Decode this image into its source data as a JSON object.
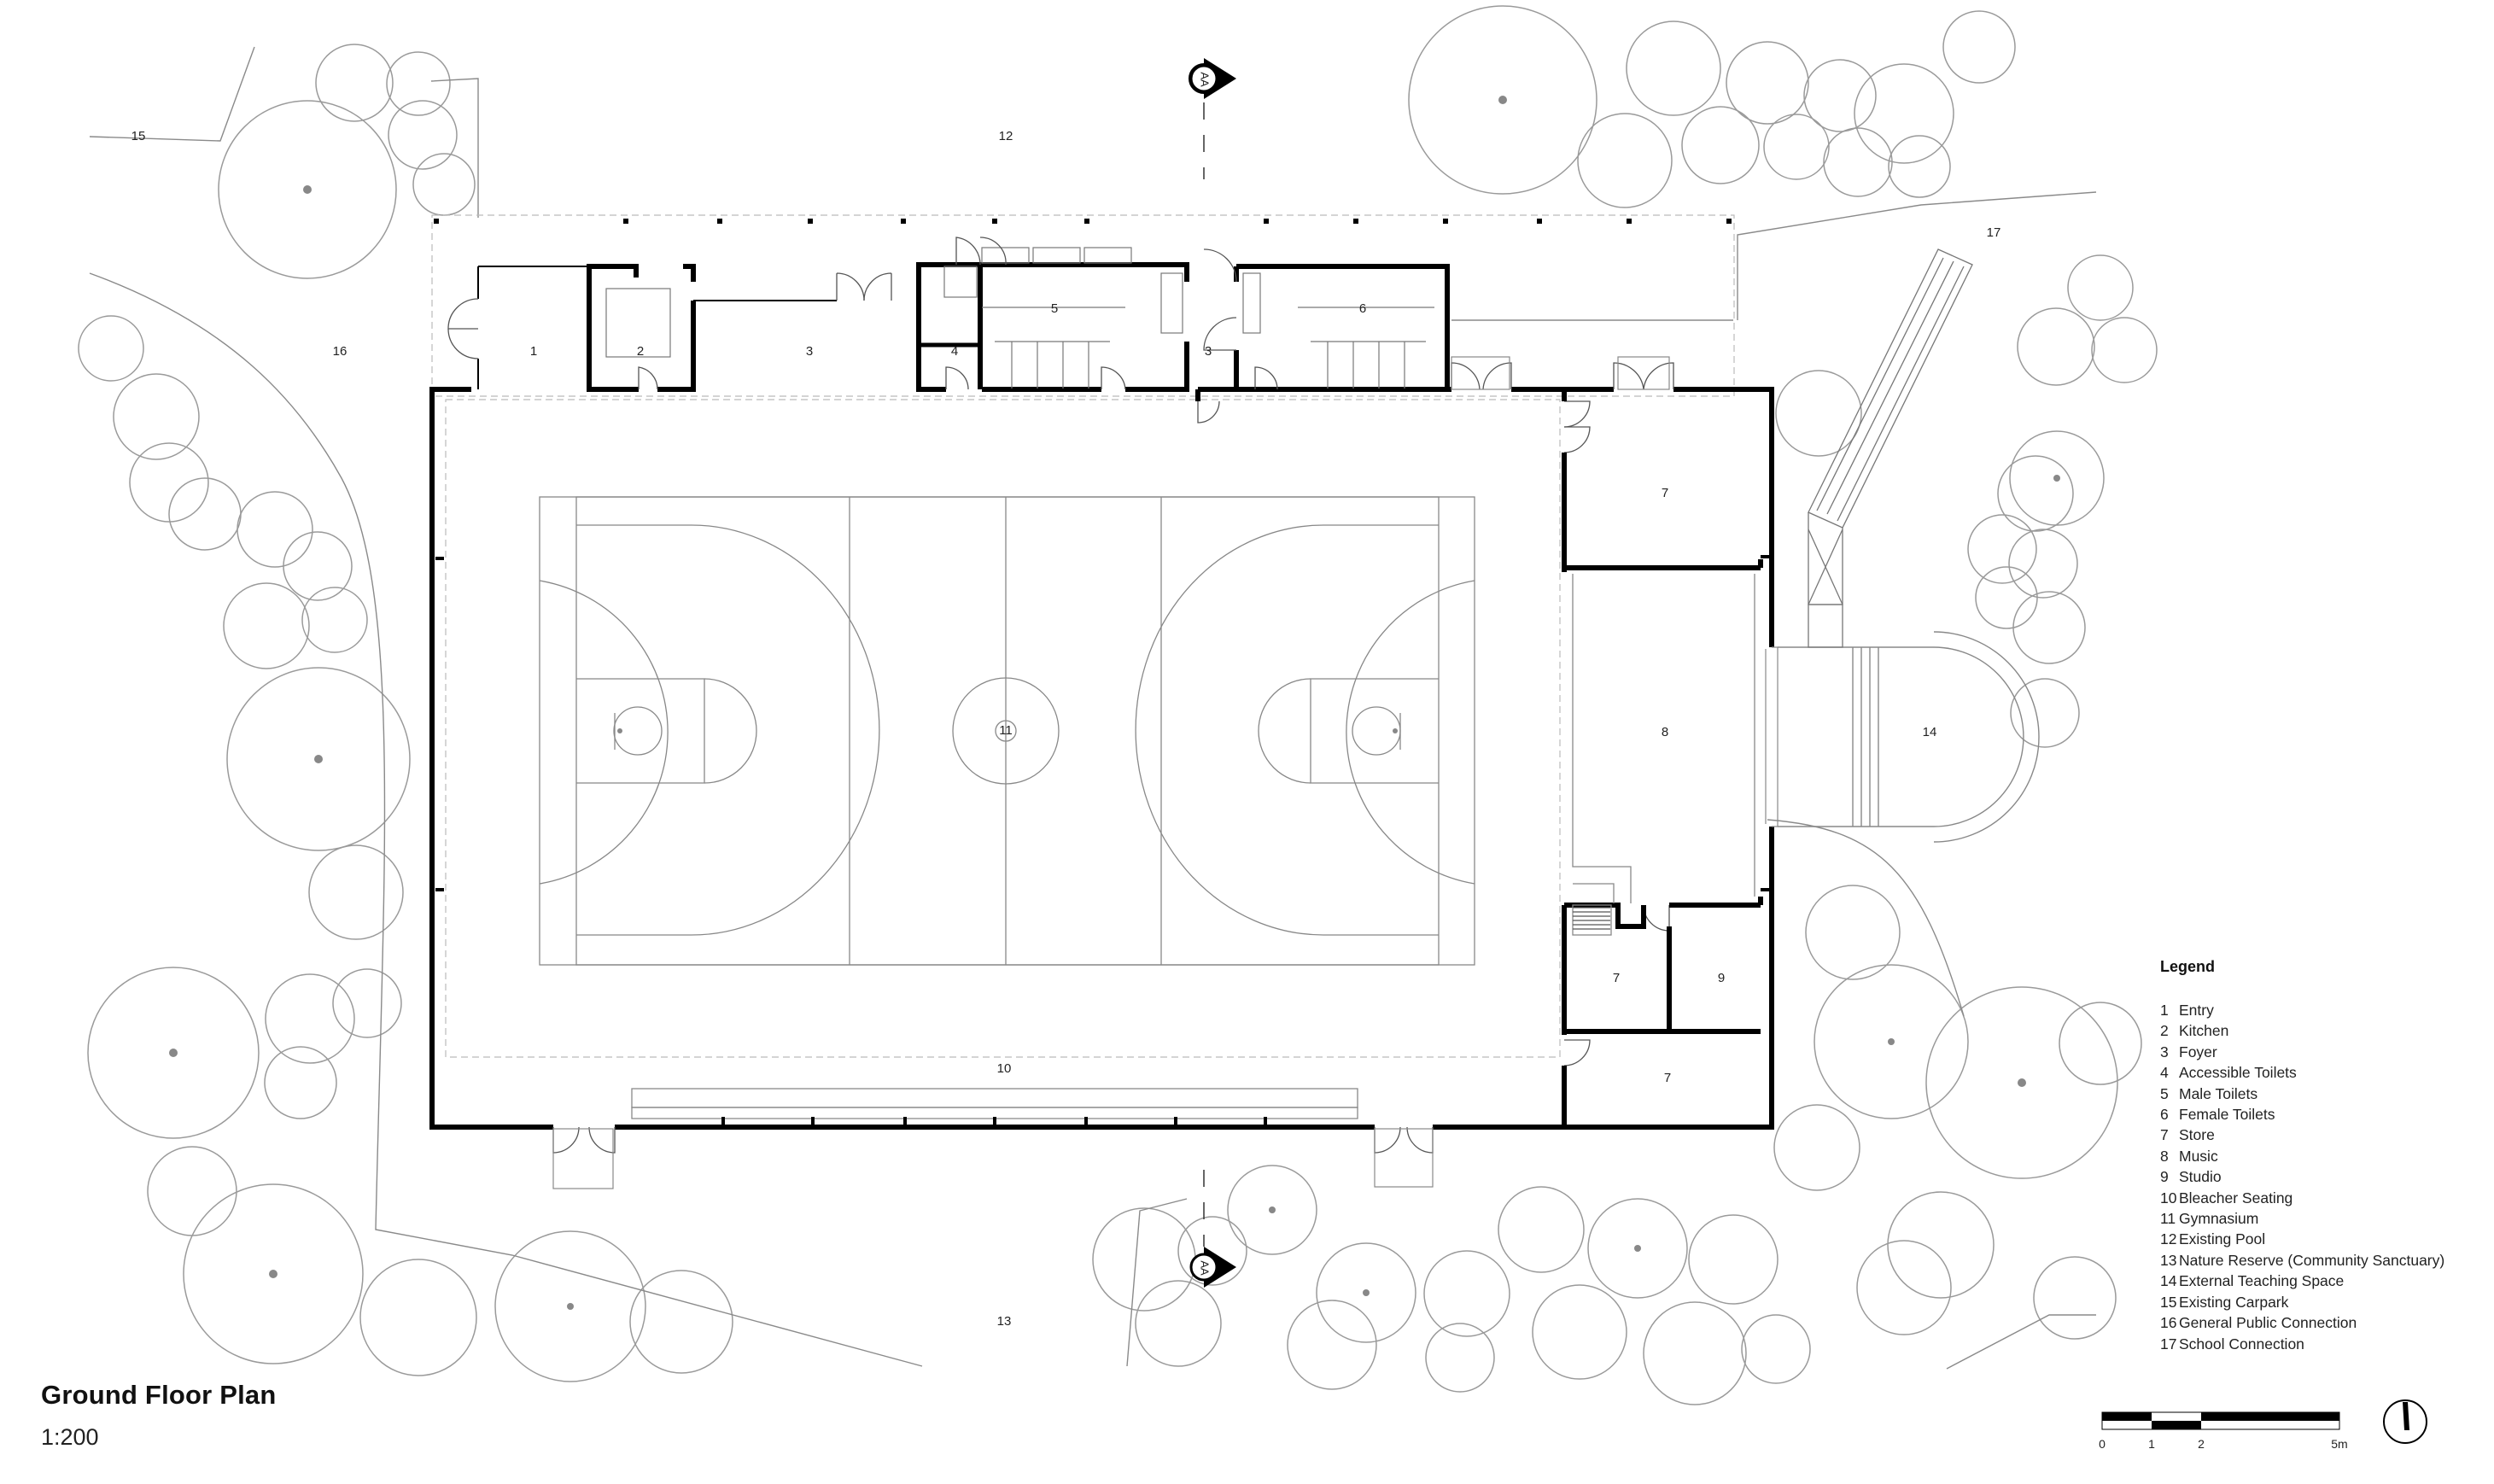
{
  "title": "Ground Floor Plan",
  "scale": "1:200",
  "legend": {
    "title": "Legend",
    "items": [
      {
        "n": "1",
        "label": "Entry"
      },
      {
        "n": "2",
        "label": "Kitchen"
      },
      {
        "n": "3",
        "label": "Foyer"
      },
      {
        "n": "4",
        "label": "Accessible Toilets"
      },
      {
        "n": "5",
        "label": "Male Toilets"
      },
      {
        "n": "6",
        "label": "Female Toilets"
      },
      {
        "n": "7",
        "label": "Store"
      },
      {
        "n": "8",
        "label": "Music"
      },
      {
        "n": "9",
        "label": "Studio"
      },
      {
        "n": "10",
        "label": "Bleacher Seating"
      },
      {
        "n": "11",
        "label": "Gymnasium"
      },
      {
        "n": "12",
        "label": "Existing Pool"
      },
      {
        "n": "13",
        "label": "Nature Reserve (Community Sanctuary)"
      },
      {
        "n": "14",
        "label": "External Teaching Space"
      },
      {
        "n": "15",
        "label": "Existing Carpark"
      },
      {
        "n": "16",
        "label": "General Public Connection"
      },
      {
        "n": "17",
        "label": "School Connection"
      }
    ]
  },
  "room_labels": {
    "entry": "1",
    "kitchen": "2",
    "foyer_west": "3",
    "foyer_east": "3",
    "accessible_toilets": "4",
    "male_toilets": "5",
    "female_toilets": "6",
    "store_north": "7",
    "store_mid": "7",
    "store_south": "7",
    "music": "8",
    "studio": "9",
    "bleacher": "10",
    "gymnasium": "11",
    "pool": "12",
    "reserve": "13",
    "teaching": "14",
    "carpark": "15",
    "public_connection": "16",
    "school_connection": "17"
  },
  "section_marker": "AA",
  "scale_bar": {
    "ticks": [
      "0",
      "1",
      "2",
      "5m"
    ]
  },
  "icons": {
    "north": "north-arrow-icon",
    "section": "section-marker-icon"
  }
}
